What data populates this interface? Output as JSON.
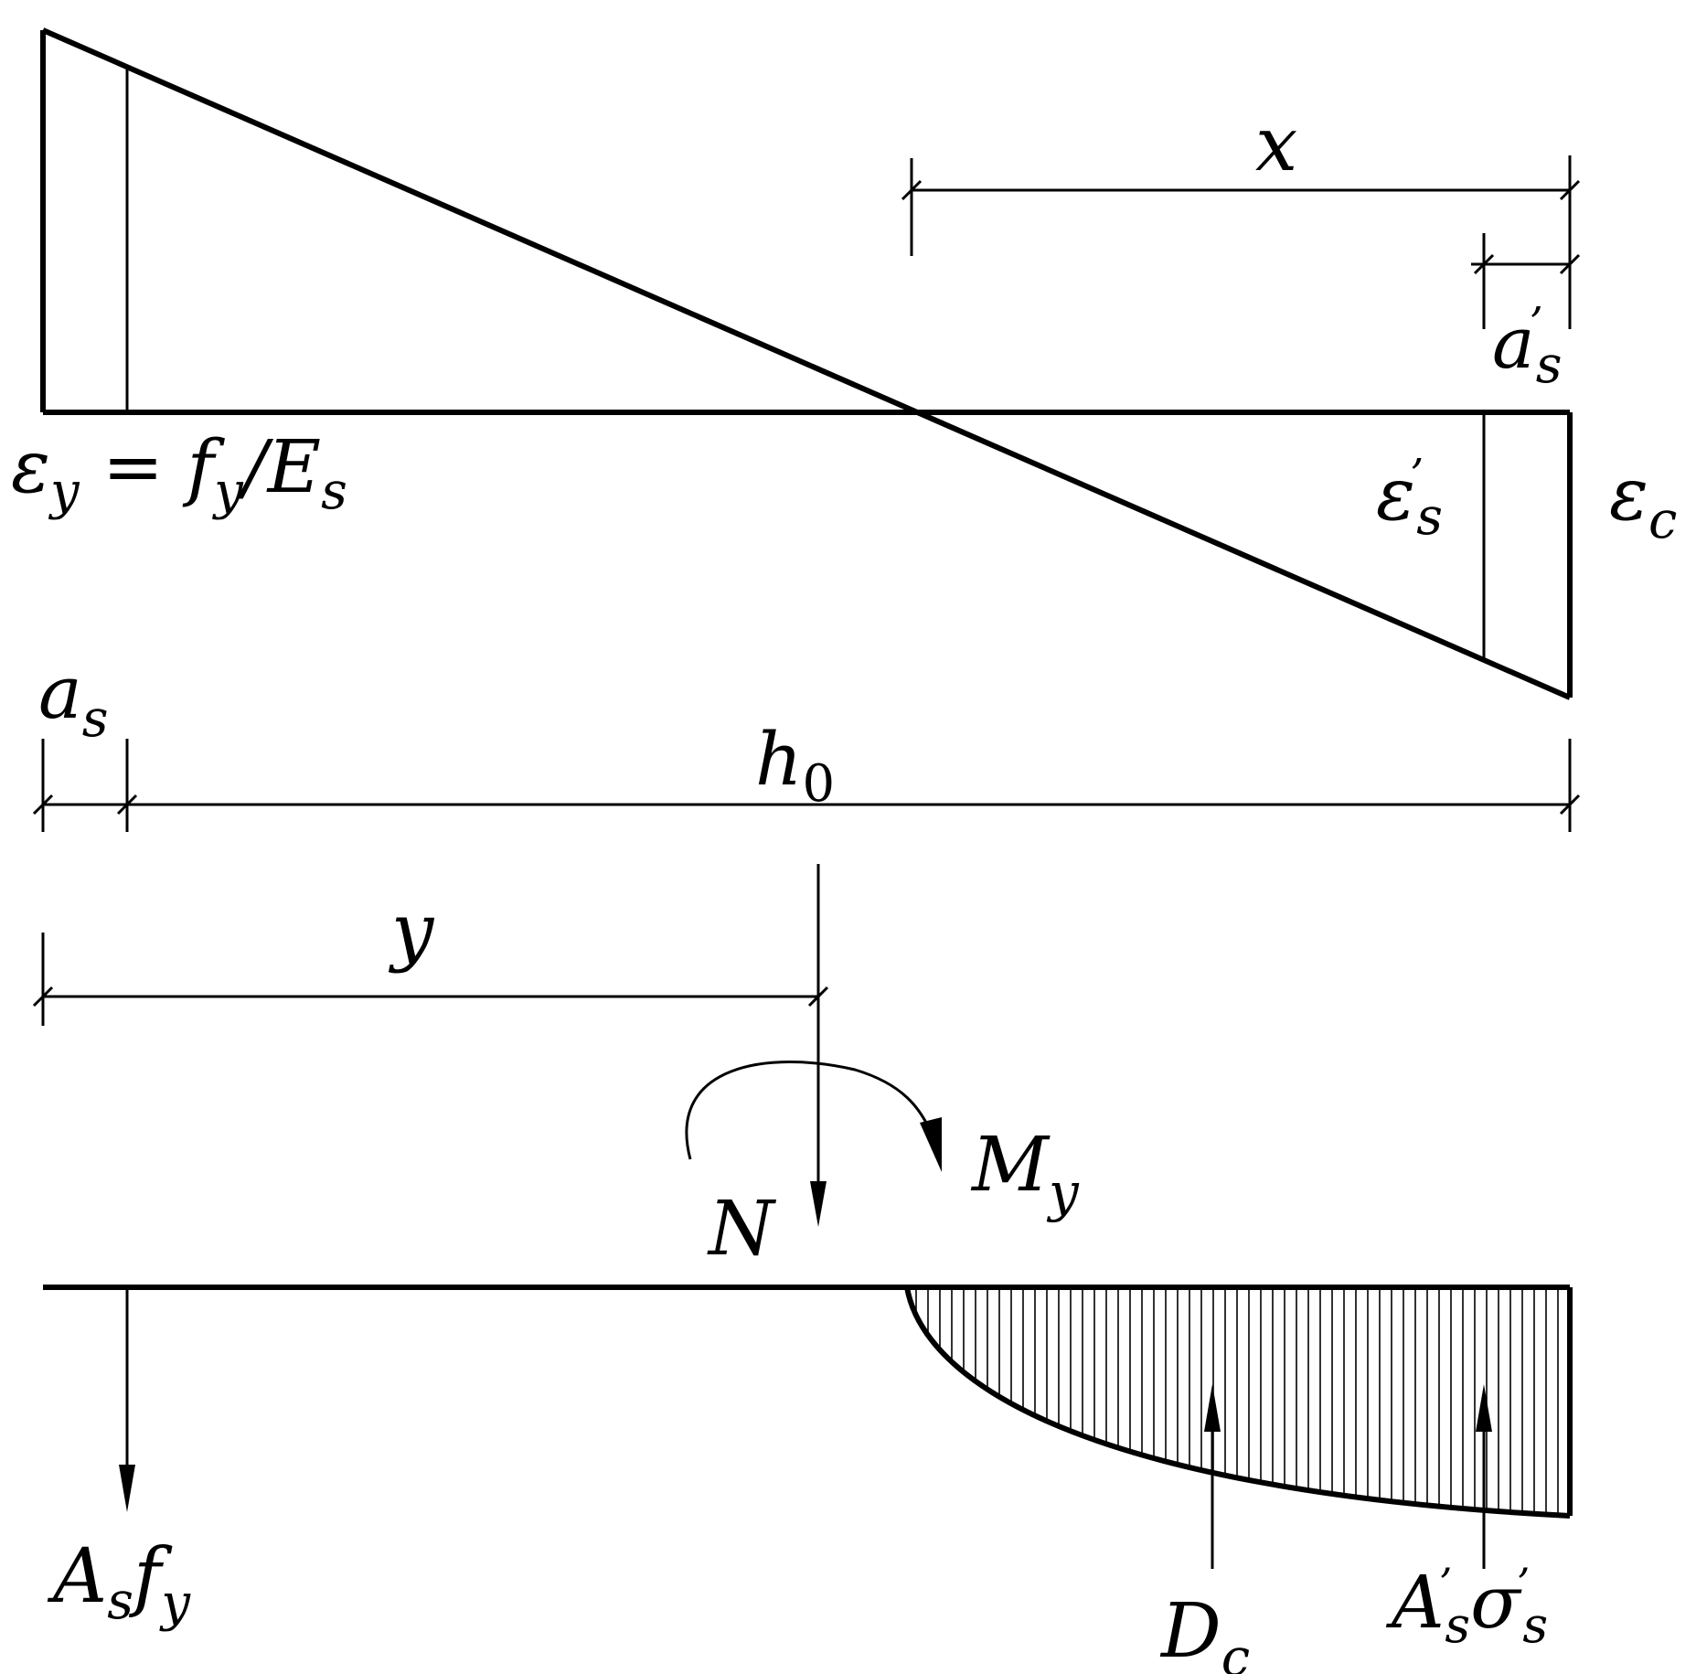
{
  "colors": {
    "ink": "#000000",
    "background": "#ffffff"
  },
  "labels": {
    "x_main": "x",
    "a_s": "a",
    "a_s_sub": "s",
    "a_s_prime": "a",
    "a_s_prime_sub": "s",
    "prime": "’",
    "eps_y_formula": {
      "eps": "ε",
      "y_sub": "y",
      "eq": " = ",
      "f": "f",
      "f_sub": "y",
      "slash": "/E",
      "E_sub": "s"
    },
    "eps_s_prime": "ε",
    "eps_s_prime_sub": "s",
    "eps_c": "ε",
    "eps_c_sub": "c",
    "h0": "h",
    "h0_sub": "0",
    "y_dim": "y",
    "M": "M",
    "M_sub": "y",
    "N": "N",
    "As_fy": {
      "A": "A",
      "A_sub": "s",
      "f": "f",
      "f_sub": "y"
    },
    "Dc": {
      "D": "D",
      "D_sub": "c"
    },
    "As_prime_sigma": {
      "A": "A",
      "A_sub": "s",
      "sigma": "σ",
      "sigma_sub": "s"
    }
  }
}
